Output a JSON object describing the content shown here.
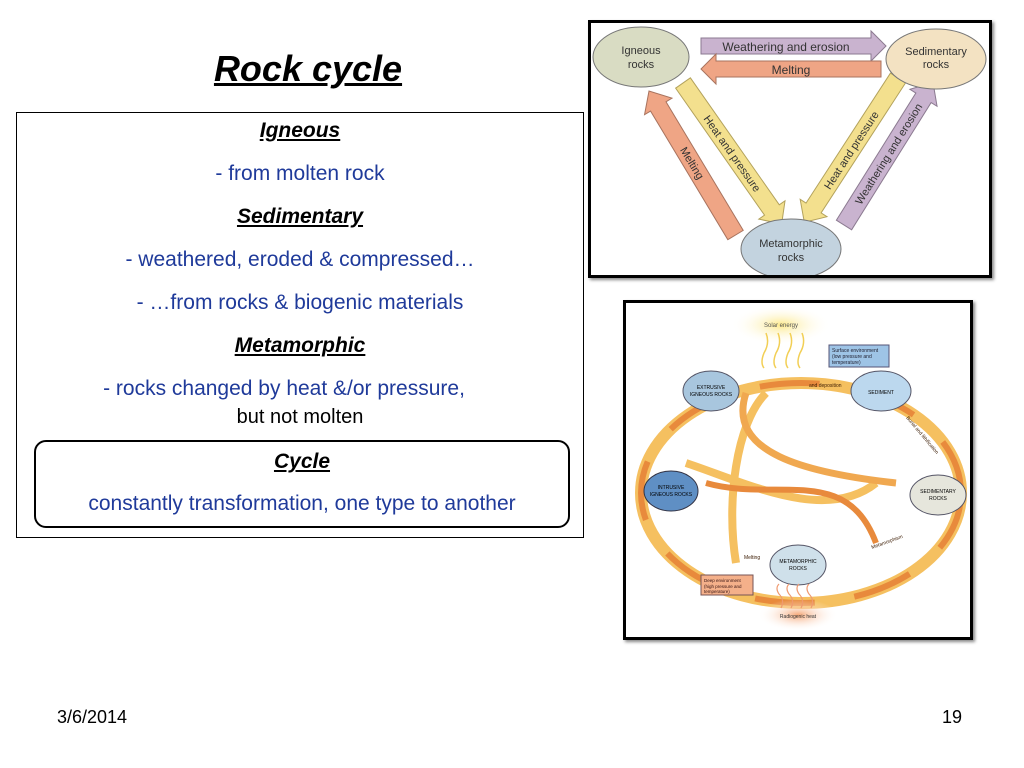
{
  "slide": {
    "title": "Rock cycle",
    "igneous": {
      "heading": "Igneous",
      "lines": [
        "- from molten rock"
      ]
    },
    "sedimentary": {
      "heading": "Sedimentary",
      "lines": [
        "- weathered, eroded & compressed…",
        "- …from rocks & biogenic materials"
      ]
    },
    "metamorphic": {
      "heading": "Metamorphic",
      "lines": [
        "- rocks changed by heat &/or pressure,",
        "but not molten"
      ]
    },
    "cycle": {
      "heading": "Cycle",
      "text": "constantly transformation, one type to another"
    },
    "footer": {
      "date": "3/6/2014",
      "page": "19"
    }
  },
  "figure1": {
    "igneous": [
      "Igneous",
      "rocks"
    ],
    "sedimentary": [
      "Sedimentary",
      "rocks"
    ],
    "metamorphic": [
      "Metamorphic",
      "rocks"
    ],
    "weathering": "Weathering and erosion",
    "melting": "Melting",
    "heat": "Heat and pressure",
    "colors": {
      "weathering": "#c9b3cf",
      "melting": "#efa585",
      "heat": "#f3e08e",
      "igneous": "#d9dcc3",
      "sedimentary": "#f3e2c2",
      "metamorphic": "#c3d3df"
    }
  },
  "figure2": {
    "solar": "Solar energy",
    "surface": [
      "Surface environment",
      "(low pressure and",
      "temperature)"
    ],
    "extrusive": [
      "EXTRUSIVE",
      "IGNEOUS ROCKS"
    ],
    "sediment": "SEDIMENT",
    "intrusive": [
      "INTRUSIVE",
      "IGNEOUS ROCKS"
    ],
    "sedimentary": [
      "SEDIMENTARY",
      "ROCKS"
    ],
    "metamorphic": [
      "METAMORPHIC",
      "ROCKS"
    ],
    "deep": [
      "Deep environment",
      "(high pressure and",
      "temperature)"
    ],
    "radiogenic": "Radiogenic heat",
    "melting": "Melting",
    "metamorphism": "Metamorphism",
    "burial": "Burial and lithification",
    "deposition": "and deposition"
  }
}
